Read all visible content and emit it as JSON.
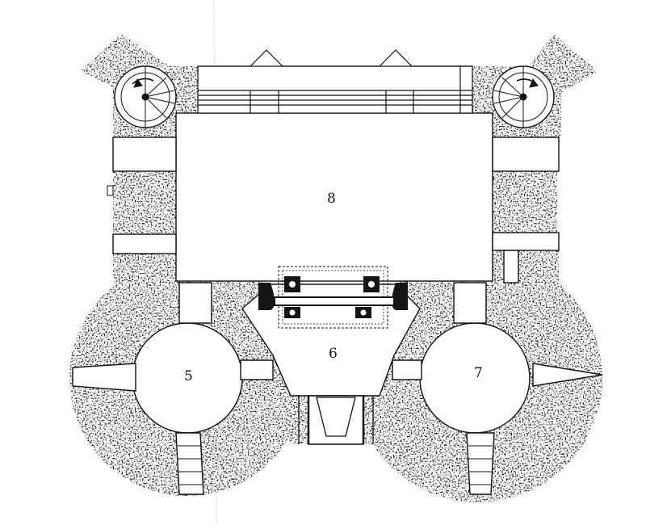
{
  "rooms": {
    "hall": "8",
    "courtyard": "6",
    "left_tower": "5",
    "right_tower": "7"
  },
  "colors": {
    "wall_fill": "#161616",
    "paper": "#ffffff",
    "line": "#111111"
  }
}
